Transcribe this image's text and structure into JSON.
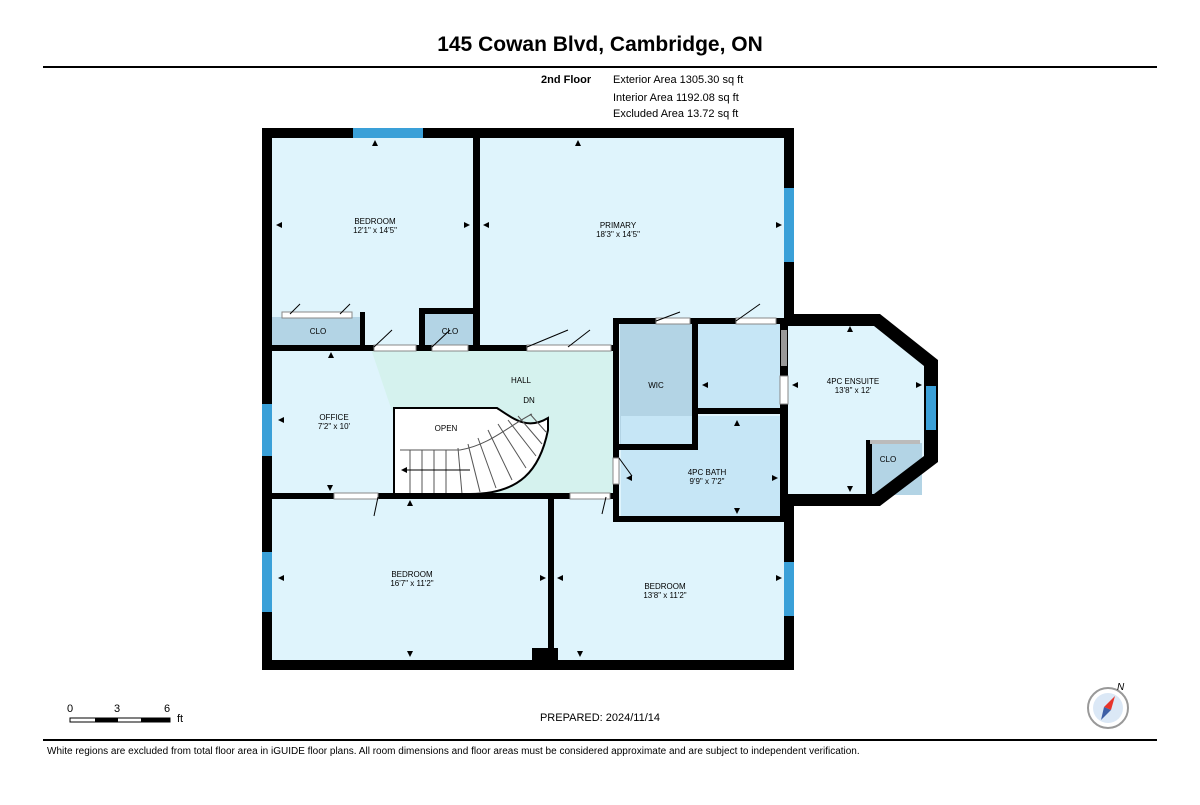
{
  "header": {
    "title": "145 Cowan Blvd, Cambridge, ON"
  },
  "summary": {
    "floor": "2nd Floor",
    "exterior": "Exterior Area 1305.30 sq ft",
    "interior": "Interior Area 1192.08 sq ft",
    "excluded": "Excluded Area 13.72 sq ft"
  },
  "rooms": {
    "bedroom_nw": {
      "name": "BEDROOM",
      "dims": "12'1\" x 14'5\""
    },
    "primary": {
      "name": "PRIMARY",
      "dims": "18'3\" x 14'5\""
    },
    "clo_1": {
      "name": "CLO"
    },
    "clo_2": {
      "name": "CLO"
    },
    "hall": {
      "name": "HALL"
    },
    "dn": {
      "name": "DN"
    },
    "office": {
      "name": "OFFICE",
      "dims": "7'2\" x 10'"
    },
    "open": {
      "name": "OPEN"
    },
    "wic": {
      "name": "WIC"
    },
    "ensuite": {
      "name": "4PC ENSUITE",
      "dims": "13'8\" x 12'"
    },
    "clo_3": {
      "name": "CLO"
    },
    "bath": {
      "name": "4PC BATH",
      "dims": "9'9\" x 7'2\""
    },
    "bedroom_sw": {
      "name": "BEDROOM",
      "dims": "16'7\" x 11'2\""
    },
    "bedroom_se": {
      "name": "BEDROOM",
      "dims": "13'8\" x 11'2\""
    }
  },
  "scale": {
    "zero": "0",
    "three": "3",
    "six": "6",
    "unit": "ft"
  },
  "compass": {
    "north": "N"
  },
  "footer": {
    "prepared": "PREPARED: 2024/11/14",
    "disclaimer": "White regions are excluded from total floor area in iGUIDE floor plans. All room dimensions and floor areas must be considered approximate and are subject to independent verification."
  },
  "colors": {
    "room_fill": "#dff4fc",
    "closet_fill": "#b3d4e5",
    "hall_fill": "#d5f2ee",
    "wall": "#000000",
    "window": "#3aa0d8"
  }
}
